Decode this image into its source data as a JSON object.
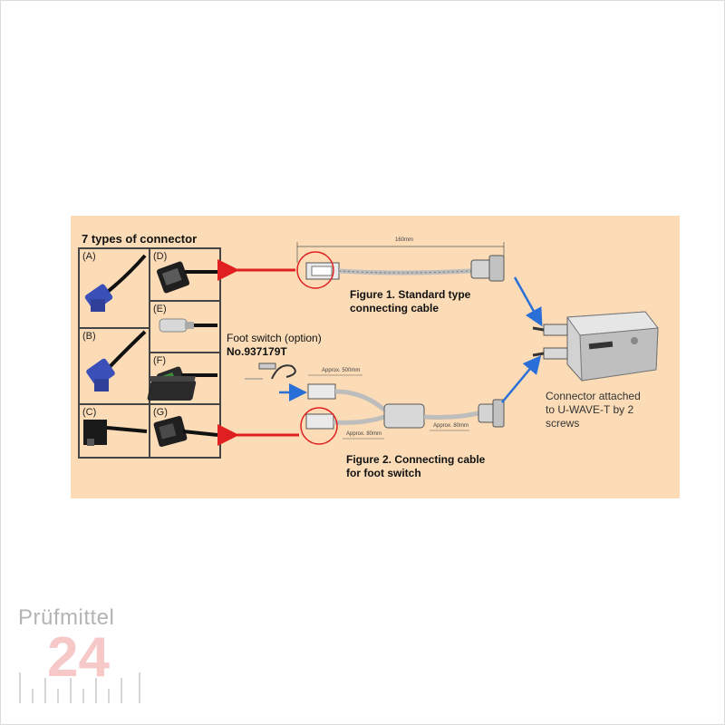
{
  "title": "7 types of connector",
  "connector_labels": [
    "(A)",
    "(B)",
    "(C)",
    "(D)",
    "(E)",
    "(F)",
    "(G)"
  ],
  "dimensions": {
    "fig1_length": "160mm",
    "fig2_upper": "Approx. 500mm",
    "fig2_left": "Approx. 80mm",
    "fig2_right": "Approx. 80mm"
  },
  "figure1": {
    "line1": "Figure 1. Standard type",
    "line2": "connecting cable"
  },
  "figure2": {
    "line1": "Figure 2. Connecting cable",
    "line2": "for foot switch"
  },
  "foot_switch": {
    "label": "Foot switch (option)",
    "number": "No.937179T"
  },
  "connector_note": {
    "line1": "Connector attached",
    "line2": "to U-WAVE-T by 2",
    "line3": "screws"
  },
  "watermark": {
    "name": "Prüfmittel",
    "number": "24"
  },
  "colors": {
    "panel": "#fbdcb7",
    "red_arrow": "#e02020",
    "blue_arrow": "#2a6fd8",
    "connector_blue": "#3a4fb8"
  }
}
